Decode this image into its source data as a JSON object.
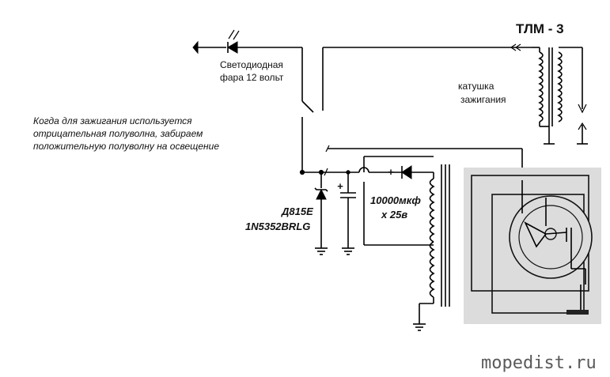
{
  "diagram": {
    "title": "ТЛМ - 3",
    "coil_label_line1": "катушка",
    "coil_label_line2": "зажигания",
    "led_label_line1": "Светодиодная",
    "led_label_line2": "фара 12 вольт",
    "note_line1": "Когда для зажигания используется",
    "note_line2": "отрицательная полуволна, забираем",
    "note_line3": "положительную полуволну на освещение",
    "zener_label1": "Д815Е",
    "zener_label2": "1N5352BRLG",
    "cap_label1": "10000мкф",
    "cap_label2": "x 25в",
    "plus_sign": "+",
    "watermark": "mopedist.ru"
  },
  "colors": {
    "wire": "#000000",
    "magneto_panel": "#dcdcdc",
    "watermark": "#5a5a5a"
  }
}
